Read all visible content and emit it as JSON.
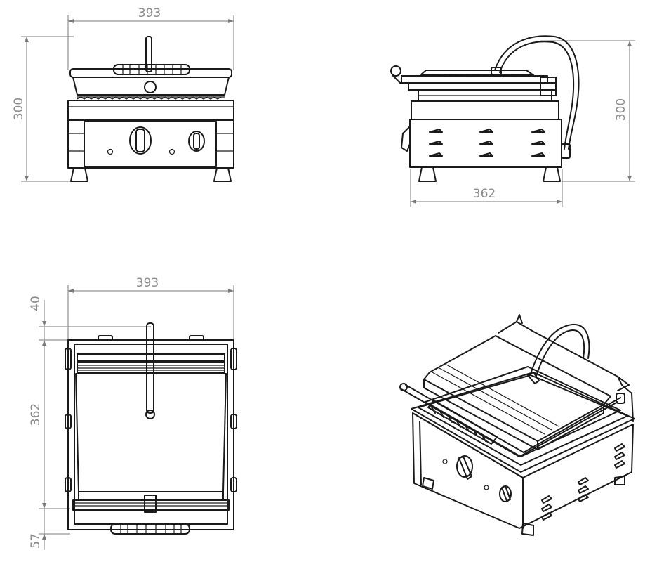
{
  "views": {
    "front": {
      "width_label": "393",
      "height_label": "300"
    },
    "side": {
      "height_label": "300",
      "depth_label": "362"
    },
    "top": {
      "width_label": "393",
      "back_label": "40",
      "depth_label": "362",
      "front_label": "57"
    },
    "isometric": {}
  },
  "colors": {
    "line": "#1a1a1a",
    "dimension": "#8a8a8a"
  }
}
